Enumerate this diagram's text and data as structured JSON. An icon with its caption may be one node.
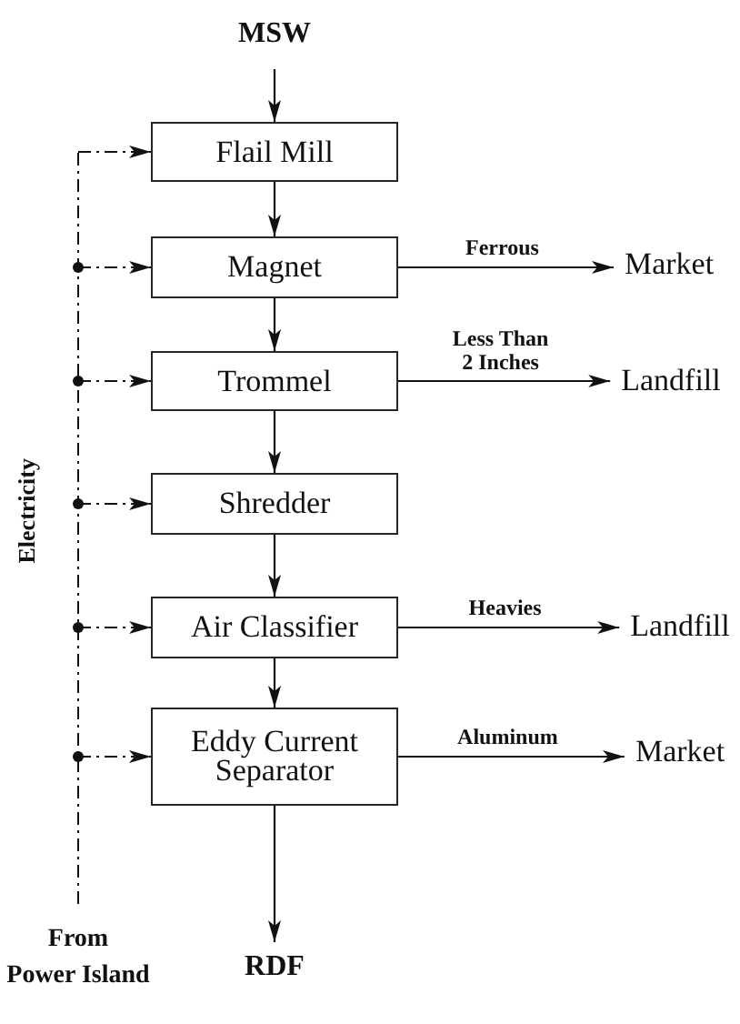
{
  "diagram": {
    "nodes": [
      {
        "text": [
          "MSW"
        ]
      },
      {
        "text": [
          "Flail Mill"
        ]
      },
      {
        "text": [
          "Magnet"
        ]
      },
      {
        "text": [
          "Trommel"
        ]
      },
      {
        "text": [
          "Shredder"
        ]
      },
      {
        "text": [
          "Air Classifier"
        ]
      },
      {
        "text": [
          "Eddy Current Separator"
        ]
      },
      {
        "text": [
          "RDF"
        ]
      },
      {
        "text": [
          "Market"
        ]
      },
      {
        "text": [
          "Landfill"
        ]
      },
      {
        "text": [
          "Landfill"
        ]
      },
      {
        "text": [
          "Market"
        ]
      },
      {
        "text": [
          "From Power Island"
        ]
      }
    ],
    "edges": [
      {
        "from": 0,
        "to": 1,
        "arrow": "to"
      },
      {
        "from": 1,
        "to": 2,
        "arrow": "to"
      },
      {
        "from": 2,
        "to": 3,
        "arrow": "to"
      },
      {
        "from": 3,
        "to": 4,
        "arrow": "to"
      },
      {
        "from": 4,
        "to": 5,
        "arrow": "to"
      },
      {
        "from": 5,
        "to": 6,
        "arrow": "to"
      },
      {
        "from": 6,
        "to": 7,
        "arrow": "to"
      },
      {
        "from": 2,
        "to": 8,
        "arrow": "to",
        "label": "Ferrous"
      },
      {
        "from": 3,
        "to": 9,
        "arrow": "to",
        "label": "Less Than 2 Inches"
      },
      {
        "from": 5,
        "to": 10,
        "arrow": "to",
        "label": "Heavies"
      },
      {
        "from": 6,
        "to": 11,
        "arrow": "to",
        "label": "Aluminum"
      },
      {
        "from": 12,
        "to": 1,
        "arrow": "to",
        "style": "dashed"
      },
      {
        "from": 12,
        "to": 2,
        "arrow": "to",
        "style": "dashed"
      },
      {
        "from": 12,
        "to": 3,
        "arrow": "to",
        "style": "dashed"
      },
      {
        "from": 12,
        "to": 4,
        "arrow": "to",
        "style": "dashed"
      },
      {
        "from": 12,
        "to": 5,
        "arrow": "to",
        "style": "dashed"
      },
      {
        "from": 12,
        "to": 6,
        "arrow": "to",
        "style": "dashed"
      }
    ],
    "labels": [
      "Electricity"
    ]
  }
}
